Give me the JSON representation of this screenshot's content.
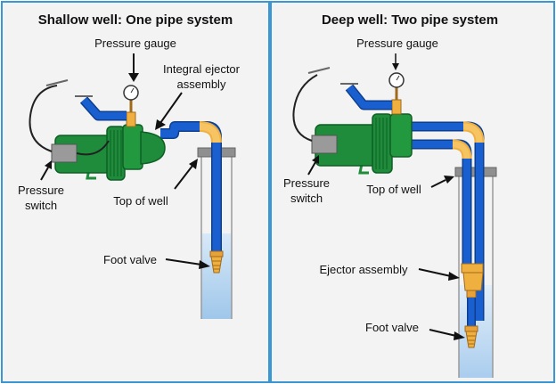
{
  "colors": {
    "panel_bg": "#f2f2f2",
    "panel_border": "#3a97d4",
    "pump_green": "#1e8c3a",
    "pump_dark": "#0f5f24",
    "pipe_blue": "#1a5fd0",
    "brass": "#f0b040",
    "water": "#bcd9f2",
    "gray": "#8a8a8a"
  },
  "left": {
    "title": "Shallow well: One pipe system",
    "labels": {
      "pressure_gauge": "Pressure gauge",
      "ejector_line1": "Integral ejector",
      "ejector_line2": "assembly",
      "switch_line1": "Pressure",
      "switch_line2": "switch",
      "top_of_well": "Top of well",
      "foot_valve": "Foot valve"
    }
  },
  "right": {
    "title": "Deep well: Two pipe system",
    "labels": {
      "pressure_gauge": "Pressure gauge",
      "switch_line1": "Pressure",
      "switch_line2": "switch",
      "top_of_well": "Top of well",
      "ejector_assembly": "Ejector assembly",
      "foot_valve": "Foot valve"
    }
  },
  "icons": [
    "pump-icon",
    "pressure-gauge-icon",
    "pressure-switch-icon",
    "foot-valve-icon",
    "ejector-icon",
    "well-casing-icon"
  ]
}
